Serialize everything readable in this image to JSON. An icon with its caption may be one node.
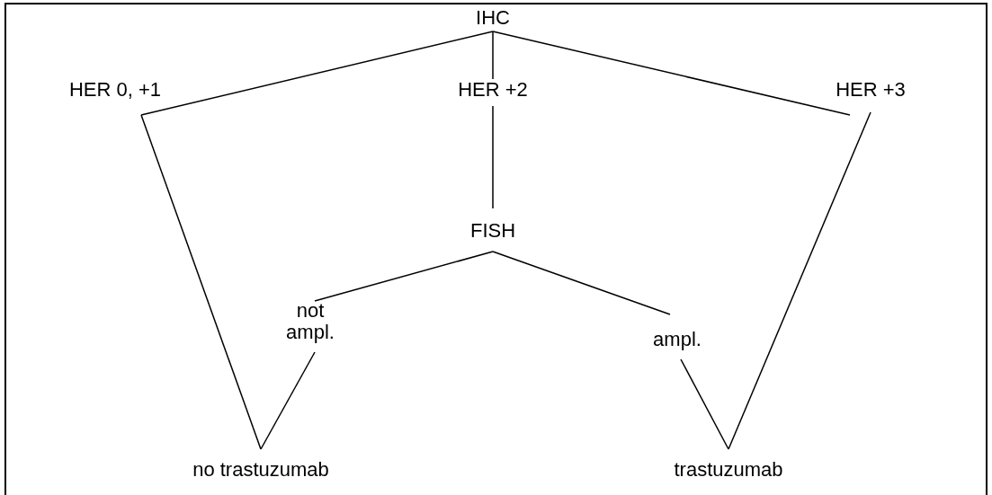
{
  "diagram": {
    "nodes": [
      {
        "text": [
          "IHC"
        ]
      },
      {
        "text": [
          "HER 0, +1"
        ]
      },
      {
        "text": [
          "HER +2"
        ]
      },
      {
        "text": [
          "HER +3"
        ]
      },
      {
        "text": [
          "FISH"
        ]
      },
      {
        "text": [
          "not ampl."
        ]
      },
      {
        "text": [
          "ampl."
        ]
      },
      {
        "text": [
          "no trastuzumab"
        ]
      },
      {
        "text": [
          "trastuzumab"
        ]
      }
    ],
    "edges": [
      {
        "from": 0,
        "to": 1,
        "arrow": "none"
      },
      {
        "from": 0,
        "to": 2,
        "arrow": "none"
      },
      {
        "from": 0,
        "to": 3,
        "arrow": "none"
      },
      {
        "from": 2,
        "to": 4,
        "arrow": "none"
      },
      {
        "from": 4,
        "to": 5,
        "arrow": "none"
      },
      {
        "from": 4,
        "to": 6,
        "arrow": "none"
      },
      {
        "from": 1,
        "to": 7,
        "arrow": "none"
      },
      {
        "from": 5,
        "to": 7,
        "arrow": "none"
      },
      {
        "from": 6,
        "to": 8,
        "arrow": "none"
      },
      {
        "from": 3,
        "to": 8,
        "arrow": "none"
      }
    ]
  }
}
